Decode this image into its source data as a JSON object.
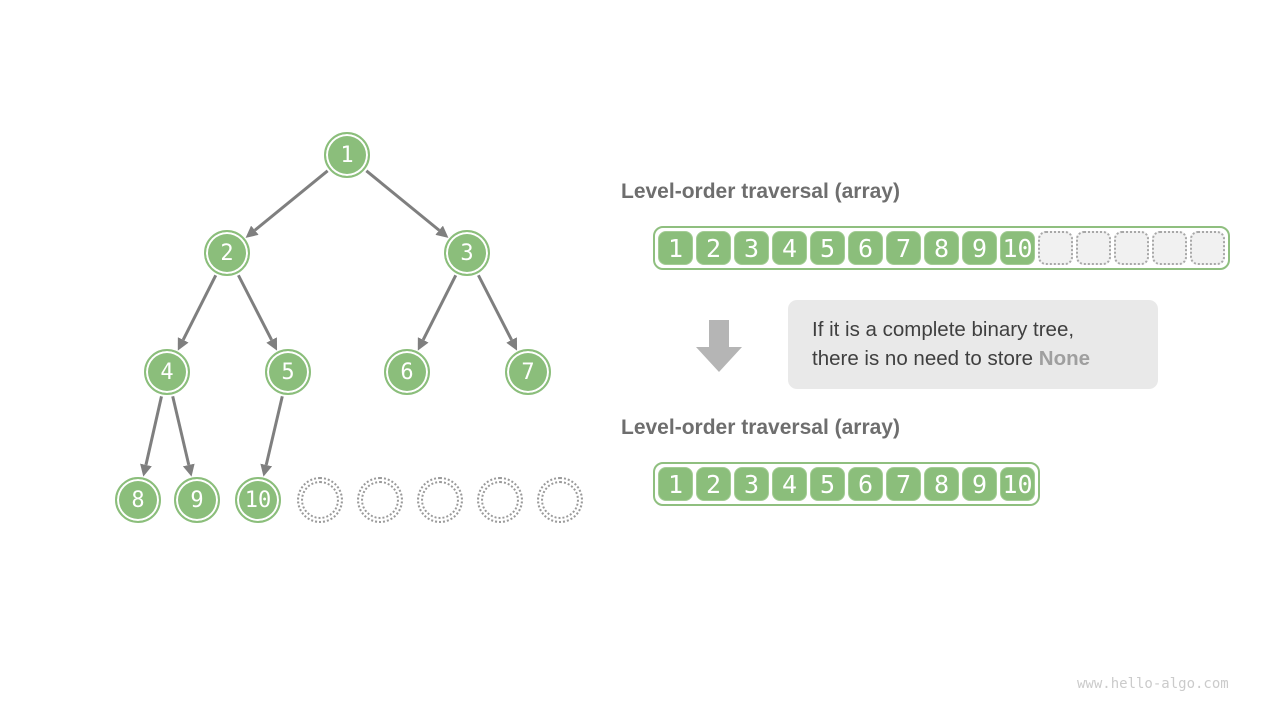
{
  "diagram": {
    "tree": {
      "nodes": [
        {
          "id": 1,
          "label": "1"
        },
        {
          "id": 2,
          "label": "2"
        },
        {
          "id": 3,
          "label": "3"
        },
        {
          "id": 4,
          "label": "4"
        },
        {
          "id": 5,
          "label": "5"
        },
        {
          "id": 6,
          "label": "6"
        },
        {
          "id": 7,
          "label": "7"
        },
        {
          "id": 8,
          "label": "8"
        },
        {
          "id": 9,
          "label": "9"
        },
        {
          "id": 10,
          "label": "10"
        }
      ],
      "edges": [
        [
          1,
          2
        ],
        [
          1,
          3
        ],
        [
          2,
          4
        ],
        [
          2,
          5
        ],
        [
          3,
          6
        ],
        [
          3,
          7
        ],
        [
          4,
          8
        ],
        [
          4,
          9
        ],
        [
          5,
          10
        ]
      ],
      "empty_node_count": 5
    },
    "array_top": {
      "label": "Level-order traversal (array)",
      "values": [
        "1",
        "2",
        "3",
        "4",
        "5",
        "6",
        "7",
        "8",
        "9",
        "10"
      ],
      "empty_slot_count": 5
    },
    "callout": {
      "line1": "If it is a complete binary tree,",
      "line2_prefix": "there is no need to store ",
      "line2_highlight": "None"
    },
    "array_bottom": {
      "label": "Level-order traversal (array)",
      "values": [
        "1",
        "2",
        "3",
        "4",
        "5",
        "6",
        "7",
        "8",
        "9",
        "10"
      ]
    },
    "watermark": "www.hello-algo.com",
    "colors": {
      "node_green": "#8BBE7B",
      "cell_border_green": "#a4cd95",
      "container_border_green": "#8fbf7f",
      "edge_gray": "#7f7f7f",
      "block_arrow_gray": "#b5b5b5",
      "label_gray": "#6e6e6e",
      "callout_bg": "#e9e9e9",
      "callout_text": "#3f3f3f",
      "none_gray": "#9f9f9f",
      "dotted_gray": "#9a9a9a",
      "empty_cell_bg": "#f1f1f1",
      "watermark_gray": "#cbcbcb"
    }
  }
}
